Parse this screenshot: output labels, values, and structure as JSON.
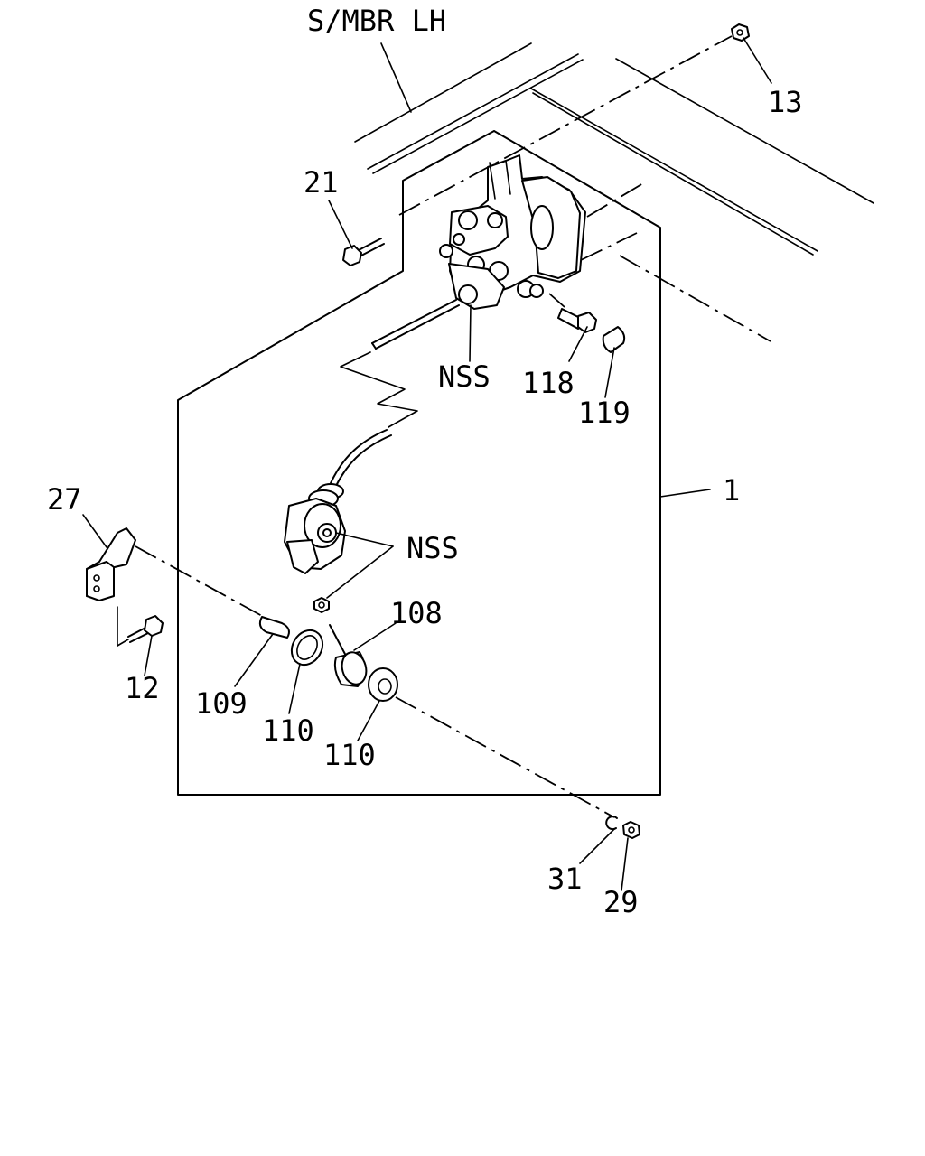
{
  "labels": {
    "frame": "S/MBR LH",
    "assembly": "1",
    "nss_upper": "NSS",
    "nss_lower": "NSS",
    "p12": "12",
    "p13": "13",
    "p21": "21",
    "p27": "27",
    "p29": "29",
    "p31": "31",
    "p108": "108",
    "p109": "109",
    "p110a": "110",
    "p110b": "110",
    "p118": "118",
    "p119": "119"
  }
}
